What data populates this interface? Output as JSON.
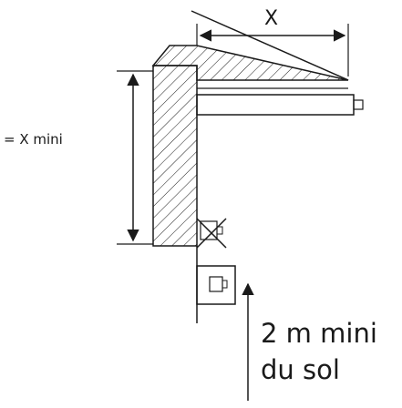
{
  "labels": {
    "x_dimension": "X",
    "height_dimension": "= X mini",
    "ground_clearance_line1": "2 m mini",
    "ground_clearance_line2": "du sol"
  },
  "colors": {
    "stroke": "#1a1a1a",
    "background": "#ffffff"
  }
}
